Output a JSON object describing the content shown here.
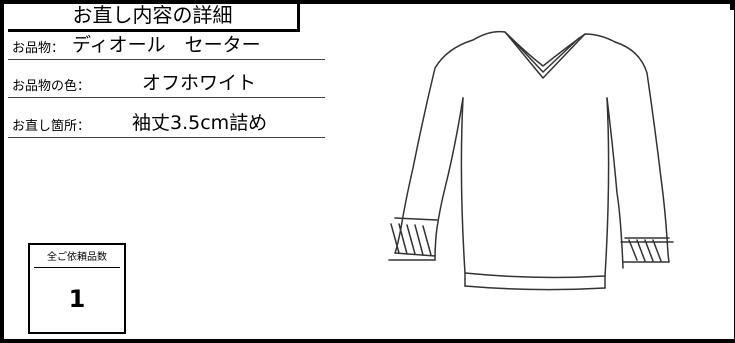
{
  "title": "お直し内容の詳細",
  "fields": [
    {
      "label": "お品物：",
      "value": "ディオール　セーター"
    },
    {
      "label": "お品物の色：",
      "value": "オフホワイト"
    },
    {
      "label": "お直し箇所：",
      "value": "袖丈3.5cm詰め"
    }
  ],
  "count": {
    "label": "全ご依頼品数",
    "value": "1"
  }
}
